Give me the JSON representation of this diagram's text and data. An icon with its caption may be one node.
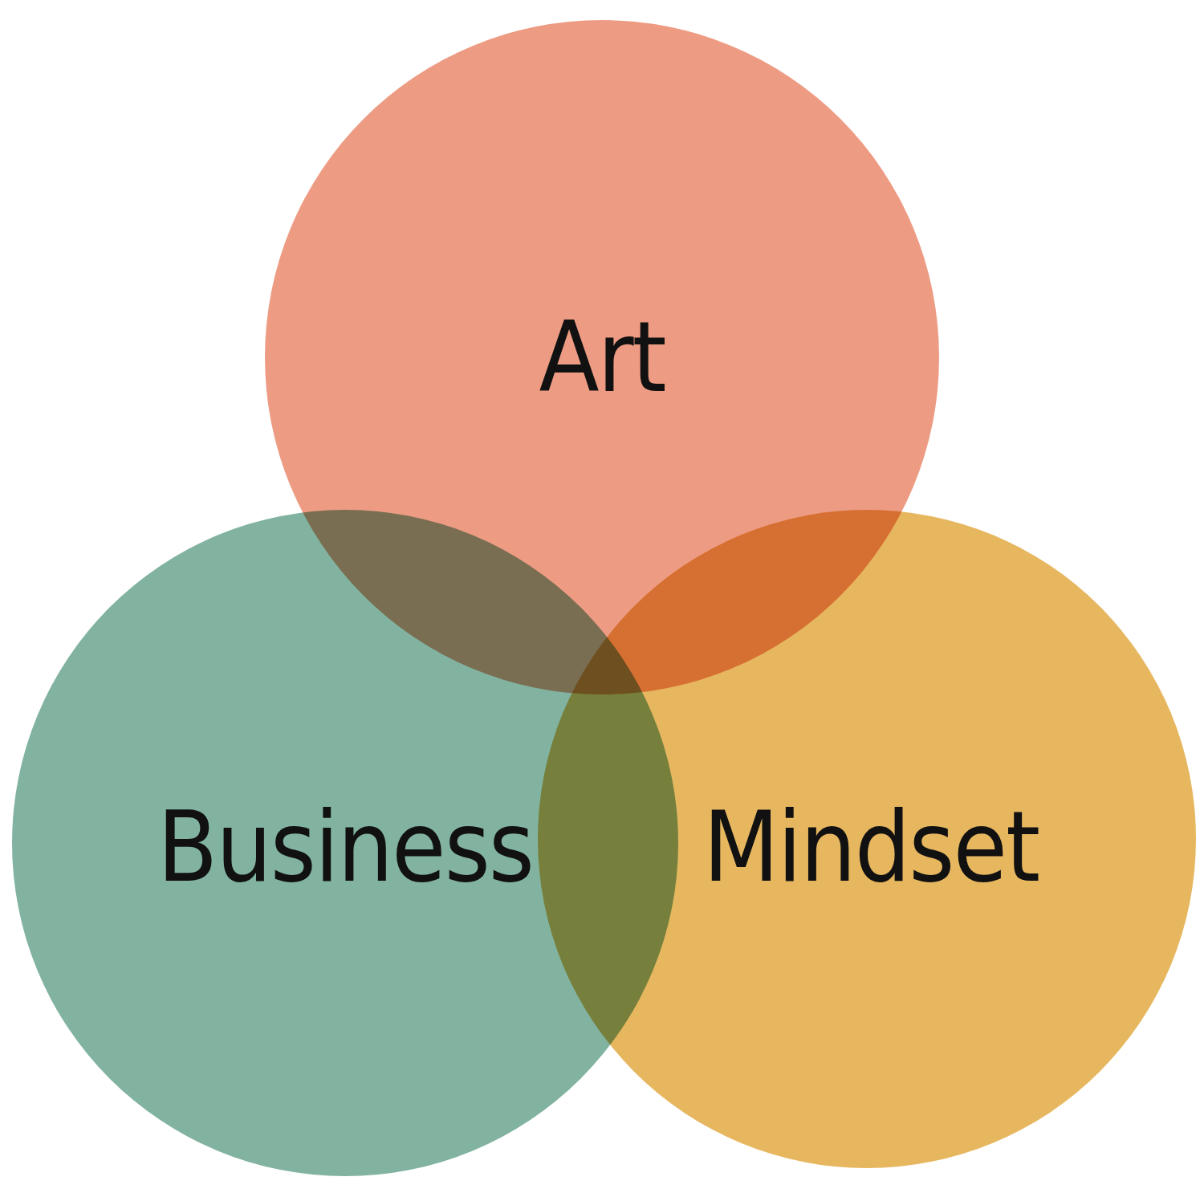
{
  "diagram": {
    "nodes": [
      {
        "text": [
          "Art"
        ]
      },
      {
        "text": [
          "Business"
        ]
      },
      {
        "text": [
          "Mindset"
        ]
      }
    ]
  }
}
